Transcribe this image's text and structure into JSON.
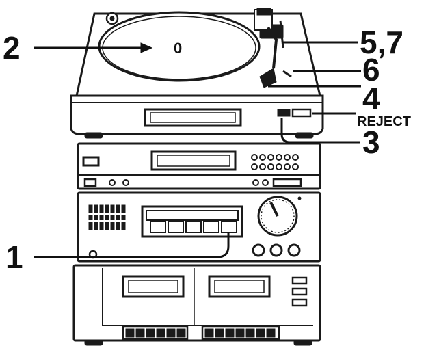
{
  "diagram": {
    "callouts": {
      "c1": "1",
      "c2": "2",
      "c3": "3",
      "c4": "4",
      "c6": "6",
      "c57": "5,7",
      "reject": "REJECT"
    },
    "platter_mark": "0"
  }
}
